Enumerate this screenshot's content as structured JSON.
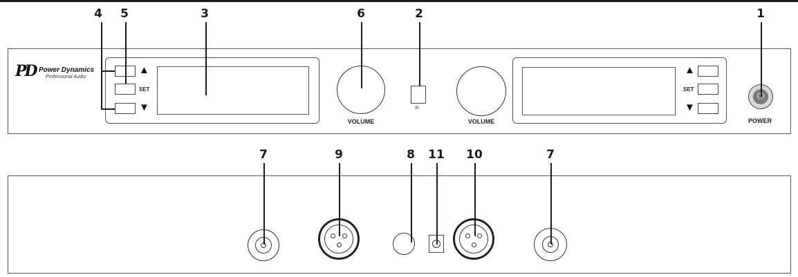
{
  "brand": {
    "logo": "PD",
    "name": "Power Dynamics",
    "tagline": "Professional Audio"
  },
  "front_panel": {
    "set_label": "SET",
    "up_symbol": "▲",
    "down_symbol": "▼",
    "volume_label": "VOLUME",
    "ir_label": "IR",
    "power_label": "POWER",
    "power_symbol": "⏻"
  },
  "callouts": {
    "c1": "1",
    "c2": "2",
    "c3": "3",
    "c4": "4",
    "c5": "5",
    "c6": "6",
    "c7a": "7",
    "c7b": "7",
    "c8": "8",
    "c9": "9",
    "c10": "10",
    "c11": "11"
  }
}
